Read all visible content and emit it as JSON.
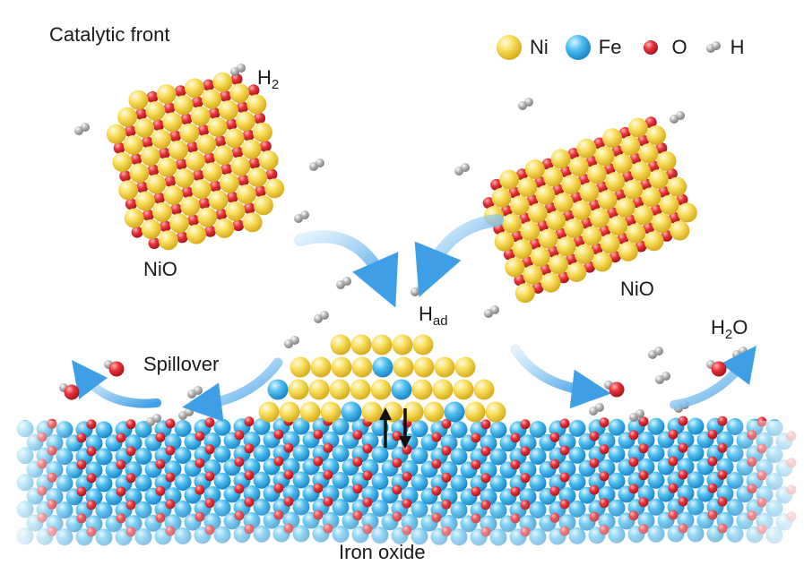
{
  "title": "Catalytic front",
  "legend": [
    {
      "label": "Ni",
      "color": "#f5d24b"
    },
    {
      "label": "Fe",
      "color": "#3fb4ea"
    },
    {
      "label": "O",
      "color": "#e0313c"
    },
    {
      "label": "H",
      "color": "#9a9a9a"
    }
  ],
  "labels": {
    "h2_top": "H",
    "h2_top_sub": "2",
    "nio_left": "NiO",
    "nio_right": "NiO",
    "h_ad": "H",
    "h_ad_sub": "ad",
    "spillover": "Spillover",
    "h2o": "H",
    "h2o_sub": "2",
    "h2o_tail": "O",
    "iron_oxide": "Iron oxide"
  },
  "colors": {
    "ni": "#f5d24b",
    "fe": "#3fb4ea",
    "o": "#e0313c",
    "h": "#9a9a9a",
    "arrow": "#5aaee8"
  }
}
